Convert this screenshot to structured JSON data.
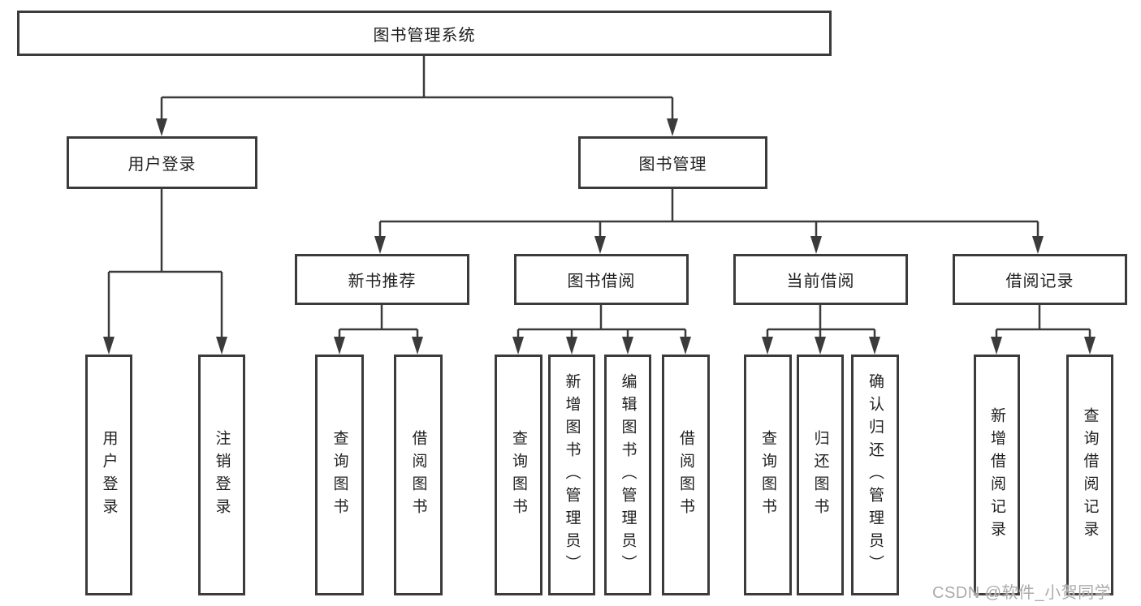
{
  "diagram": {
    "title_node": {
      "label": "图书管理系统"
    },
    "level2": [
      {
        "label": "用户登录"
      },
      {
        "label": "图书管理"
      }
    ],
    "level3": [
      {
        "label": "新书推荐"
      },
      {
        "label": "图书借阅"
      },
      {
        "label": "当前借阅"
      },
      {
        "label": "借阅记录"
      }
    ],
    "leaves": [
      {
        "label": "用户登录",
        "parent": "用户登录"
      },
      {
        "label": "注销登录",
        "parent": "用户登录"
      },
      {
        "label": "查询图书",
        "parent": "新书推荐"
      },
      {
        "label": "借阅图书",
        "parent": "新书推荐"
      },
      {
        "label": "查询图书",
        "parent": "图书借阅"
      },
      {
        "label": "新增图书（管理员）",
        "parent": "图书借阅"
      },
      {
        "label": "编辑图书（管理员）",
        "parent": "图书借阅"
      },
      {
        "label": "借阅图书",
        "parent": "图书借阅"
      },
      {
        "label": "查询图书",
        "parent": "当前借阅"
      },
      {
        "label": "归还图书",
        "parent": "当前借阅"
      },
      {
        "label": "确认归还（管理员）",
        "parent": "当前借阅"
      },
      {
        "label": "新增借阅记录",
        "parent": "借阅记录"
      },
      {
        "label": "查询借阅记录",
        "parent": "借阅记录"
      }
    ],
    "watermark": "CSDN @软件_小贺同学",
    "colors": {
      "line": "#3b3b3b",
      "box_border": "#3b3b3b",
      "text": "#1f1f1f",
      "watermark": "#ababab",
      "background": "#ffffff"
    }
  }
}
